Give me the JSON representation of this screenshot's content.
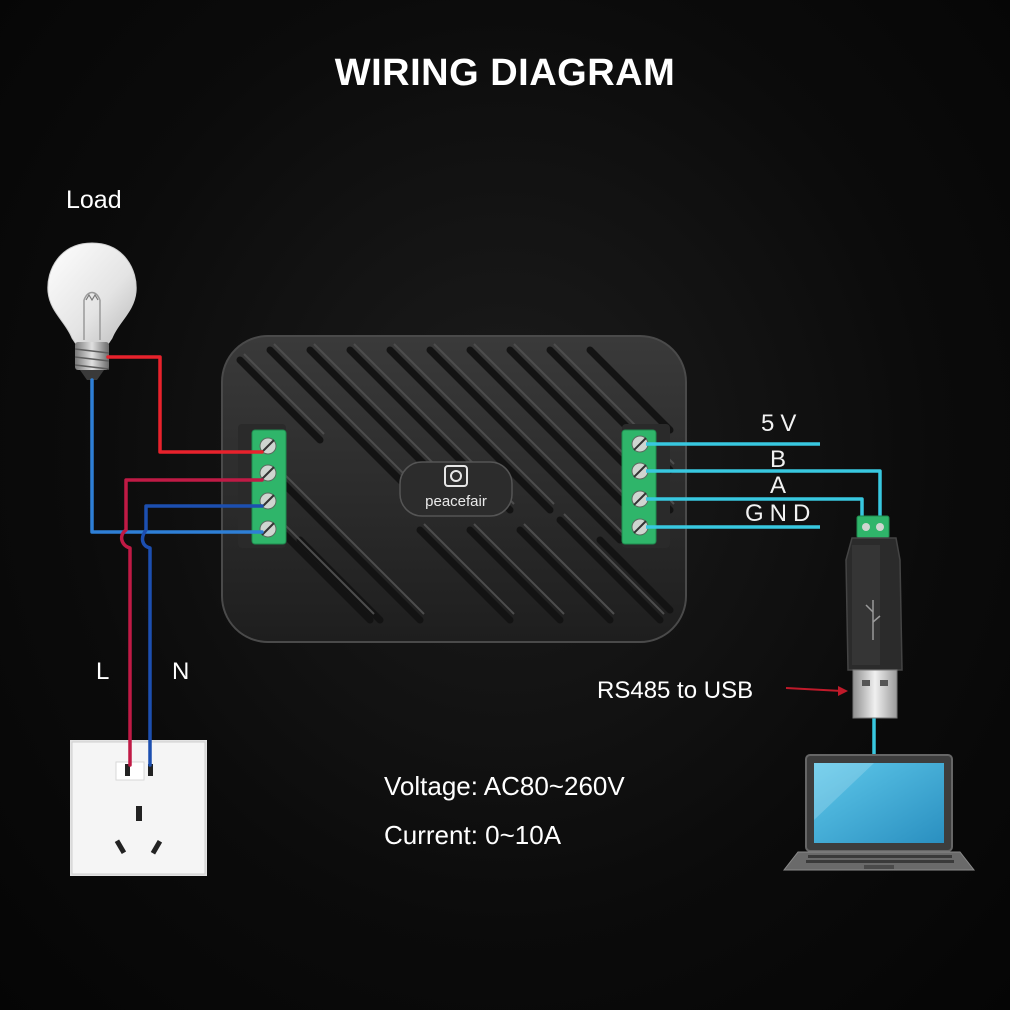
{
  "title": "WIRING DIAGRAM",
  "load_label": "Load",
  "mains": {
    "live_label": "L",
    "neutral_label": "N"
  },
  "signals": {
    "v5": "5V",
    "b": "B",
    "a": "A",
    "gnd": "GND"
  },
  "converter_label": "RS485 to USB",
  "specs": {
    "voltage": "Voltage: AC80~260V",
    "current": "Current: 0~10A"
  },
  "device_brand": "peacefair",
  "colors": {
    "live_wire": "#e8222c",
    "load_wire": "#e8222c",
    "neutral_wire": "#2e7fd6",
    "mains_live": "#c01a45",
    "mains_neutral": "#1c4fb0",
    "signal_wire": "#38c8e0",
    "terminal_green": "#2fb56a"
  }
}
